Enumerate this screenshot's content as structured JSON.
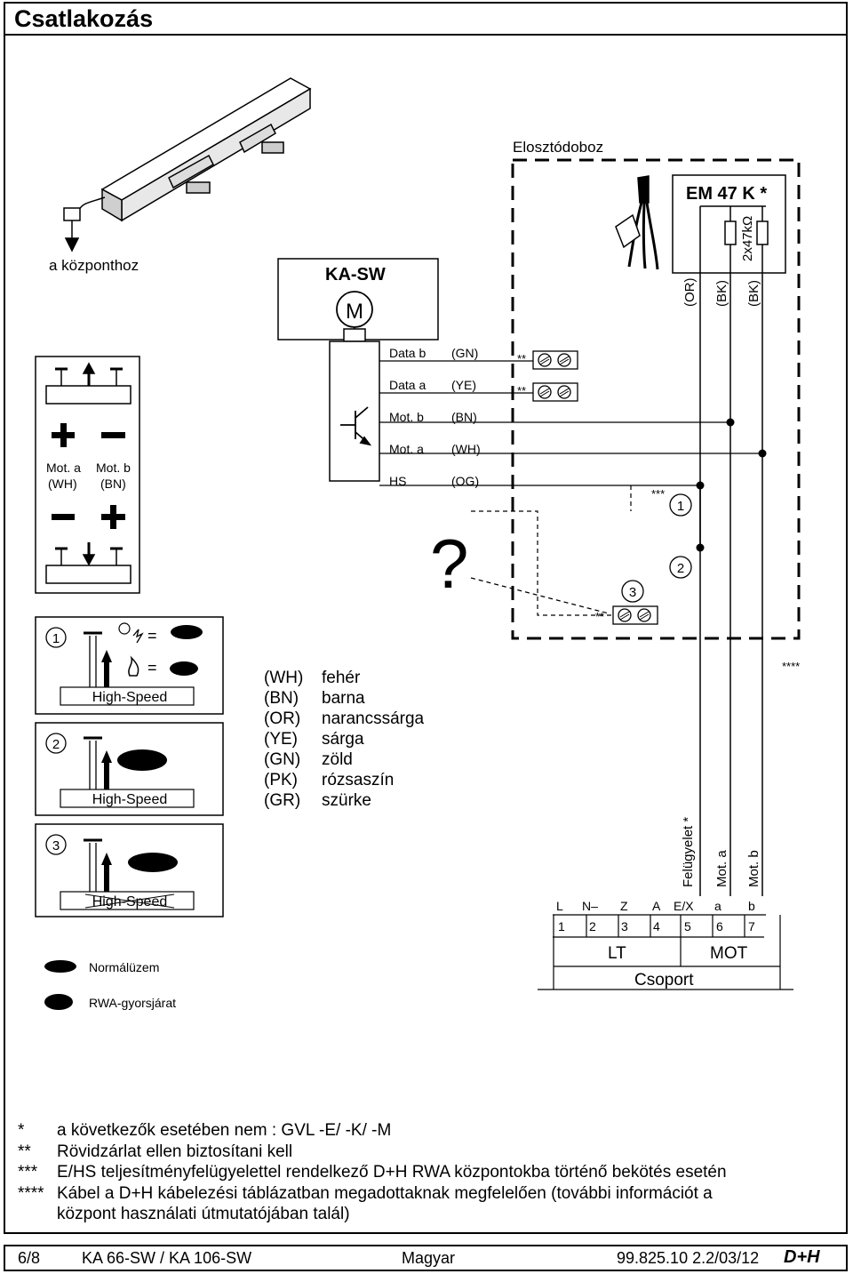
{
  "title": "Csatlakozás",
  "diagram": {
    "to_central": "a központhoz",
    "distribution_box": "Elosztódoboz",
    "em_module": "EM 47 K *",
    "resistors": "2x47kΩ",
    "em_wires": [
      "(OR)",
      "(BK)",
      "(BK)"
    ],
    "ka_sw": "KA-SW",
    "motor_symbol": "M",
    "wires": [
      {
        "name": "Data b",
        "code": "(GN)",
        "mark": "**"
      },
      {
        "name": "Data a",
        "code": "(YE)",
        "mark": "**"
      },
      {
        "name": "Mot. b",
        "code": "(BN)",
        "mark": ""
      },
      {
        "name": "Mot. a",
        "code": "(WH)",
        "mark": ""
      },
      {
        "name": "HS",
        "code": "(OG)",
        "mark": "***"
      }
    ],
    "question_mark": "?",
    "contact_labels": [
      "1",
      "2",
      "3"
    ],
    "bridge_mark": "**",
    "cable_mark": "****",
    "vertical_labels": [
      "Felügyelet *",
      "Mot. a",
      "Mot. b"
    ],
    "terminal_letters": [
      "L",
      "N–",
      "Z",
      "A",
      "E/X",
      "a",
      "b"
    ],
    "terminal_numbers": [
      "1",
      "2",
      "3",
      "4",
      "5",
      "6",
      "7"
    ],
    "terminal_groups": [
      "LT",
      "MOT"
    ],
    "terminal_footer": "Csoport",
    "polarity": {
      "mot_a": "Mot. a",
      "mot_a_color": "(WH)",
      "mot_b": "Mot. b",
      "mot_b_color": "(BN)"
    },
    "speed_modes": [
      {
        "number": "1",
        "label": "High-Speed",
        "struck": false
      },
      {
        "number": "2",
        "label": "High-Speed",
        "struck": false
      },
      {
        "number": "3",
        "label": "High-Speed",
        "struck": true
      }
    ],
    "legend_normal": "Normálüzem",
    "legend_rwa": "RWA-gyorsjárat",
    "equals_sign": "=",
    "color_legend": [
      {
        "code": "(WH)",
        "name": "fehér"
      },
      {
        "code": "(BN)",
        "name": "barna"
      },
      {
        "code": "(OR)",
        "name": "narancssárga"
      },
      {
        "code": "(YE)",
        "name": "sárga"
      },
      {
        "code": "(GN)",
        "name": "zöld"
      },
      {
        "code": "(PK)",
        "name": "rózsaszín"
      },
      {
        "code": "(GR)",
        "name": "szürke"
      }
    ]
  },
  "notes": [
    {
      "mark": "*",
      "text": "a következők esetében nem : GVL -E/ -K/ -M"
    },
    {
      "mark": "**",
      "text": "Rövidzárlat ellen biztosítani kell"
    },
    {
      "mark": "***",
      "text": "E/HS teljesítményfelügyelettel rendelkező D+H RWA központokba történő bekötés esetén"
    },
    {
      "mark": "****",
      "text": "Kábel a D+H kábelezési táblázatban megadottaknak megfelelően (további információt a"
    },
    {
      "mark": "",
      "text": "központ használati útmutatójában talál)"
    }
  ],
  "footer": {
    "page": "6/8",
    "model": "KA 66-SW / KA 106-SW",
    "language": "Magyar",
    "doc_code": "99.825.10 2.2/03/12",
    "logo": "D+H"
  }
}
